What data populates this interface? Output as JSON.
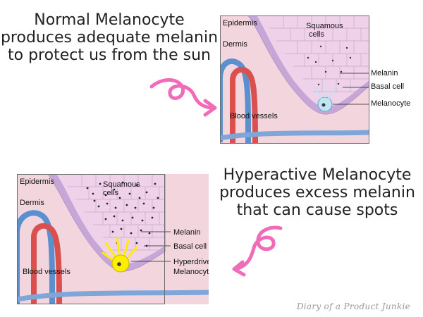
{
  "top_caption": {
    "line1": "Normal Melanocyte",
    "line2": "produces adequate melanin",
    "line3": "to protect us from the sun"
  },
  "bottom_caption": {
    "line1": "Hyperactive Melanocyte",
    "line2": "produces excess melanin",
    "line3": "that can cause spots"
  },
  "top_diagram": {
    "epidermis": "Epidermis",
    "dermis": "Dermis",
    "squamous_1": "Squamous",
    "squamous_2": "cells",
    "melanin": "Melanin",
    "basal_cell": "Basal cell",
    "melanocyte": "Melanocyte",
    "blood_vessels": "Blood vessels"
  },
  "bottom_diagram": {
    "epidermis": "Epidermis",
    "dermis": "Dermis",
    "squamous_1": "Squamous",
    "squamous_2": "cells",
    "melanin": "Melanin",
    "basal_cell": "Basal cell",
    "melanocyte_1": "Hyperdrive",
    "melanocyte_2": "Melanocyte",
    "blood_vessels": "Blood vessels"
  },
  "watermark": "Diary of a Product Junkie",
  "colors": {
    "arrow": "#f06bb8",
    "dermis": "#f3d6dd",
    "epidermis": "#efd2ea",
    "basal_layer": "#c6a6d6",
    "normal_melanocyte": "#bfe4f2",
    "hyperactive_melanocyte": "#ffee00",
    "artery": "#d9504f",
    "vein": "#5a8fd0"
  }
}
